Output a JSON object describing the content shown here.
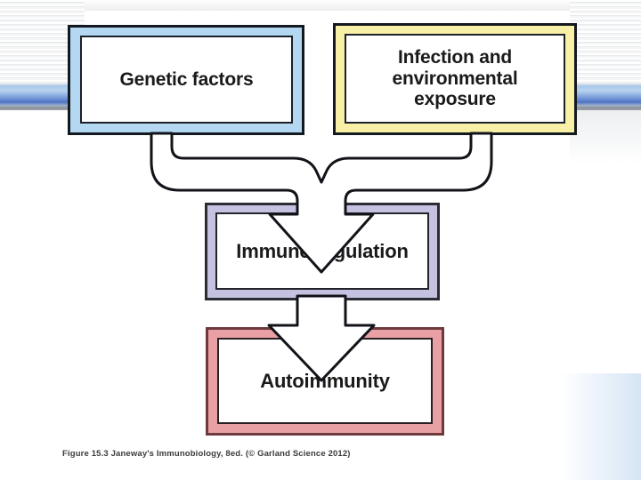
{
  "slide": {
    "caption": "Figure 15.3 Janeway's Immunobiology, 8ed. (© Garland Science 2012)"
  },
  "diagram": {
    "type": "flowchart",
    "nodes": [
      {
        "id": "genetic",
        "label": "Genetic factors",
        "fill": "#b4d7f2",
        "border": "#14181f",
        "row": 1
      },
      {
        "id": "infection",
        "label": "Infection and environmental exposure",
        "line1": "Infection and",
        "line2": "environmental",
        "line3": "exposure",
        "fill": "#f7f0a6",
        "border": "#14181f",
        "row": 1
      },
      {
        "id": "immune",
        "label": "Immune regulation",
        "fill": "#c4c2e0",
        "border": "#2b2b33",
        "row": 2
      },
      {
        "id": "autoimmunity",
        "label": "Autoimmunity",
        "fill": "#e8a0a4",
        "border": "#6e3a3c",
        "row": 3
      }
    ],
    "edges": [
      {
        "id": "merge-arrow",
        "from": [
          "genetic",
          "infection"
        ],
        "to": "immune",
        "style": "merging-block-arrow"
      },
      {
        "id": "down-arrow",
        "from": "immune",
        "to": "autoimmunity",
        "style": "block-arrow"
      }
    ]
  },
  "background": {
    "stripe_color": "#e9eaec",
    "band_accent": "#4f72c4",
    "glow_color": "#d6e5f5"
  }
}
